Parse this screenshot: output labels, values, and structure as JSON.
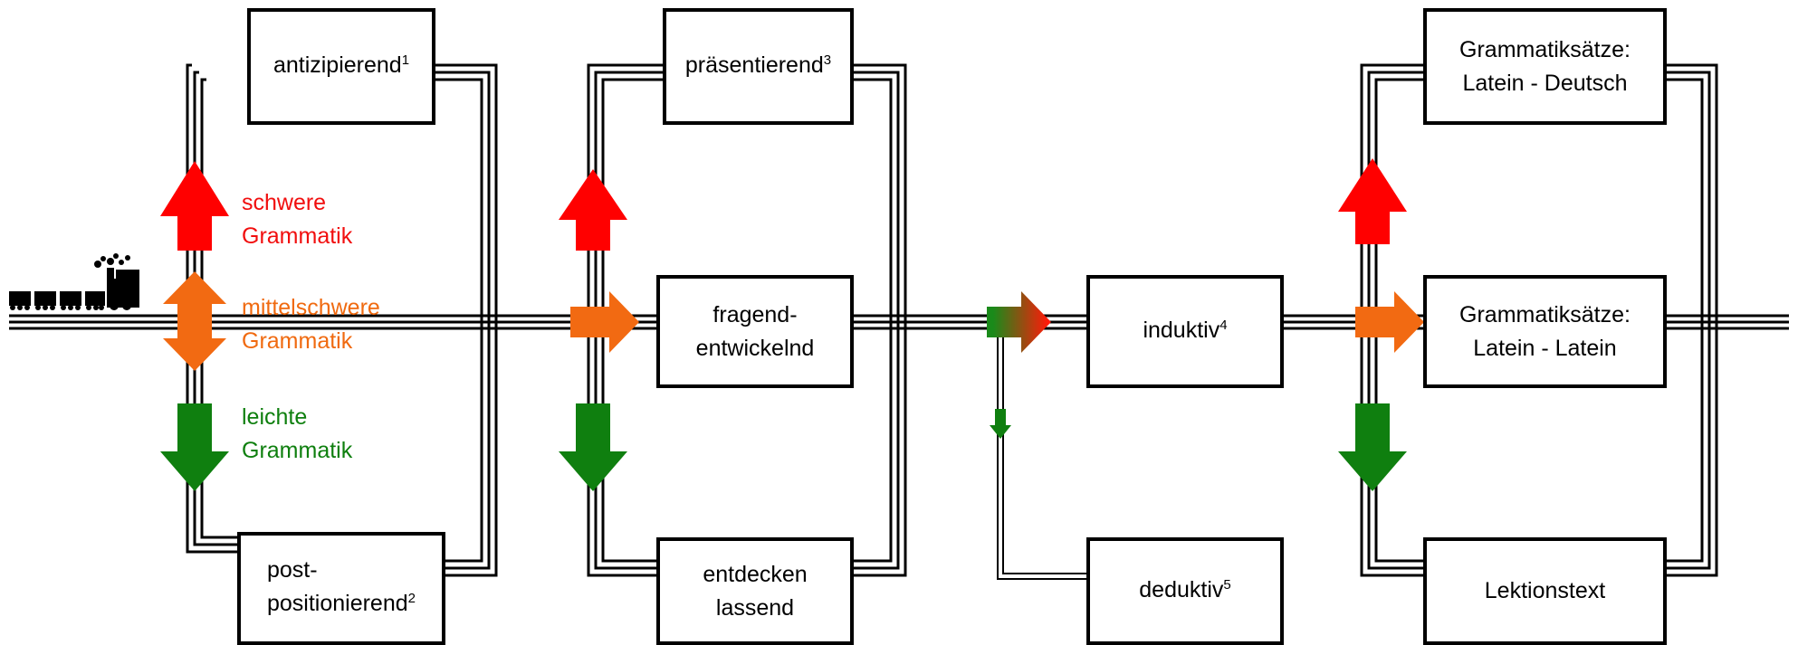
{
  "stage1": {
    "top": {
      "label": "antizipierend",
      "note": "1"
    },
    "bottom": {
      "line1": "post-",
      "line2": "positionierend",
      "note": "2"
    }
  },
  "legend": {
    "hard": {
      "line1": "schwere",
      "line2": "Grammatik"
    },
    "medium": {
      "line1": "mittelschwere",
      "line2": "Grammatik"
    },
    "easy": {
      "line1": "leichte",
      "line2": "Grammatik"
    }
  },
  "stage2": {
    "top": {
      "label": "präsentierend",
      "note": "3"
    },
    "middle": {
      "line1": "fragend-",
      "line2": "entwickelnd"
    },
    "bottom": {
      "line1": "entdecken",
      "line2": "lassend"
    }
  },
  "stage3": {
    "main": {
      "label": "induktiv",
      "note": "4"
    },
    "branch": {
      "label": "deduktiv",
      "note": "5"
    }
  },
  "stage4": {
    "top": {
      "line1": "Grammatiksätze:",
      "line2": "Latein - Deutsch"
    },
    "middle": {
      "line1": "Grammatiksätze:",
      "line2": "Latein - Latein"
    },
    "bottom": {
      "label": "Lektionstext"
    }
  },
  "colors": {
    "hard": "#ff0000",
    "medium": "#f26a12",
    "easy": "#0f7f0f",
    "rail": "#000000"
  },
  "icons": {
    "train": "train-icon"
  }
}
